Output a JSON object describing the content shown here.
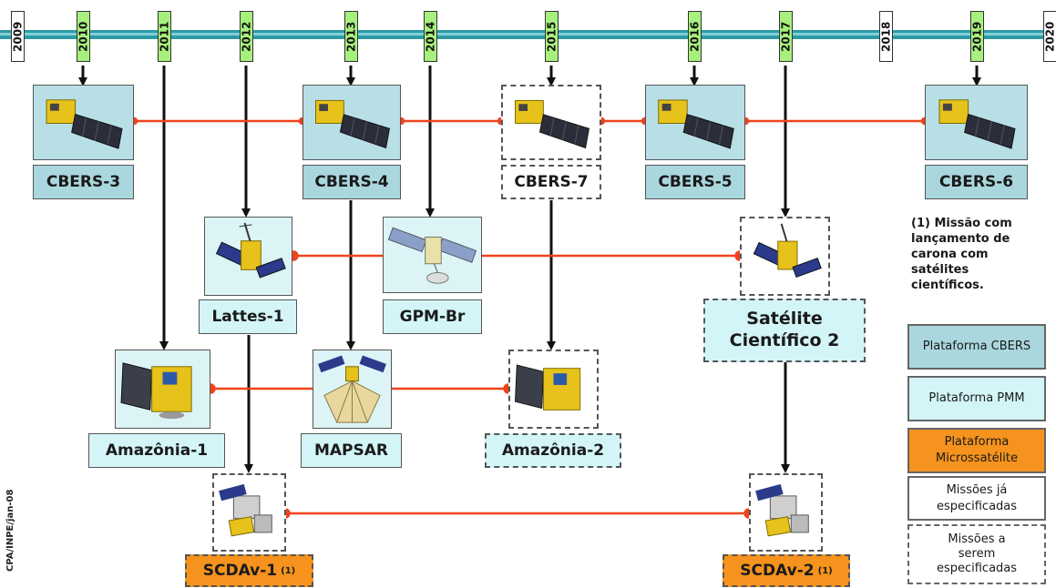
{
  "timeline": {
    "years": [
      {
        "year": "2009",
        "highlight": false
      },
      {
        "year": "2010",
        "highlight": true
      },
      {
        "year": "2011",
        "highlight": true
      },
      {
        "year": "2012",
        "highlight": true
      },
      {
        "year": "2013",
        "highlight": true
      },
      {
        "year": "2014",
        "highlight": true
      },
      {
        "year": "2015",
        "highlight": true
      },
      {
        "year": "2016",
        "highlight": true
      },
      {
        "year": "2017",
        "highlight": true
      },
      {
        "year": "2018",
        "highlight": false
      },
      {
        "year": "2019",
        "highlight": true
      },
      {
        "year": "2020",
        "highlight": false
      }
    ]
  },
  "missions": {
    "cbers3": "CBERS-3",
    "cbers4": "CBERS-4",
    "cbers7": "CBERS-7",
    "cbers5": "CBERS-5",
    "cbers6": "CBERS-6",
    "lattes1": "Lattes-1",
    "gpmbr": "GPM-Br",
    "satcient2_line1": "Satélite",
    "satcient2_line2": "Científico 2",
    "amazonia1": "Amazônia-1",
    "mapsar": "MAPSAR",
    "amazonia2": "Amazônia-2",
    "scdav1": "SCDAv-1",
    "scdav2": "SCDAv-2",
    "footnote_mark": "(1)"
  },
  "note": {
    "lines": [
      "(1) Missão com",
      "lançamento de",
      "carona com",
      "satélites",
      "científicos."
    ]
  },
  "legend": {
    "cbers": "Plataforma CBERS",
    "pmm": "Plataforma PMM",
    "micro_line1": "Plataforma",
    "micro_line2": "Microssatélite",
    "spec_line1": "Missões já",
    "spec_line2": "especificadas",
    "tobe_line1": "Missões a",
    "tobe_line2": "serem",
    "tobe_line3": "especificadas"
  },
  "credit": "CPA/INPE/jan-08",
  "colors": {
    "timeline": "#2e9aa6",
    "year_highlight": "#a8f07e",
    "link_red": "#f0431c",
    "cbers": "#a9d7dd",
    "pmm": "#d3f5f8",
    "micro": "#f5931e"
  }
}
